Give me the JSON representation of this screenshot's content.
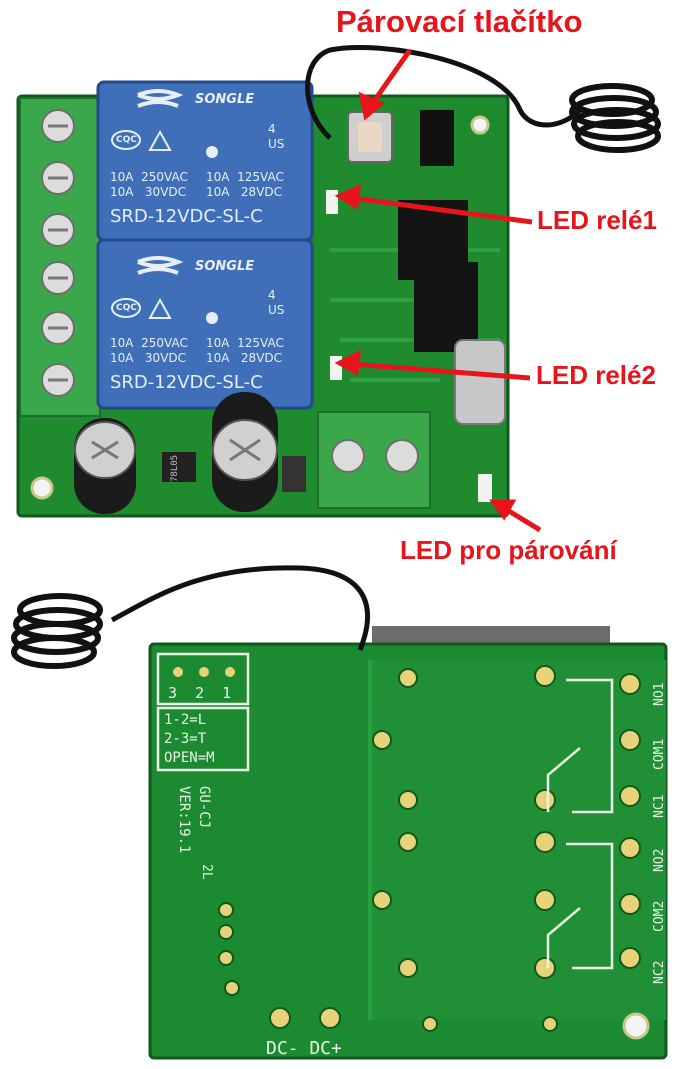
{
  "callouts": {
    "pair_button": "Párovací tlačítko",
    "led_relay1": "LED relé1",
    "led_relay2": "LED relé2",
    "led_pairing": "LED pro párování"
  },
  "relays": [
    {
      "brand": "SONGLE",
      "cert": "CQC",
      "spec_left": "10A  250VAC\n10A   30VDC",
      "spec_right": "10A  125VAC\n10A   28VDC",
      "model": "SRD-12VDC-SL-C",
      "ul": "4\nUS"
    },
    {
      "brand": "SONGLE",
      "cert": "CQC",
      "spec_left": "10A  250VAC\n10A   30VDC",
      "spec_right": "10A  125VAC\n10A   28VDC",
      "model": "SRD-12VDC-SL-C",
      "ul": "4\nUS"
    }
  ],
  "regulator": "78L05",
  "back_silkscreen": {
    "jumper_numbers": "3  2  1",
    "jumper_modes": [
      "1-2=L",
      "2-3=T",
      "OPEN=M"
    ],
    "board_name": "GU-CJ",
    "version": "VER:19.1",
    "variant": "2L",
    "power_labels": "DC- DC+",
    "relay_terms": [
      "NO1",
      "COM1",
      "NC1",
      "NO2",
      "COM2",
      "NC2"
    ]
  },
  "colors": {
    "callout": "#e8141c",
    "pcb": "#1f8a2e",
    "relay": "#3f6fb8",
    "terminal": "#3aa84a"
  }
}
